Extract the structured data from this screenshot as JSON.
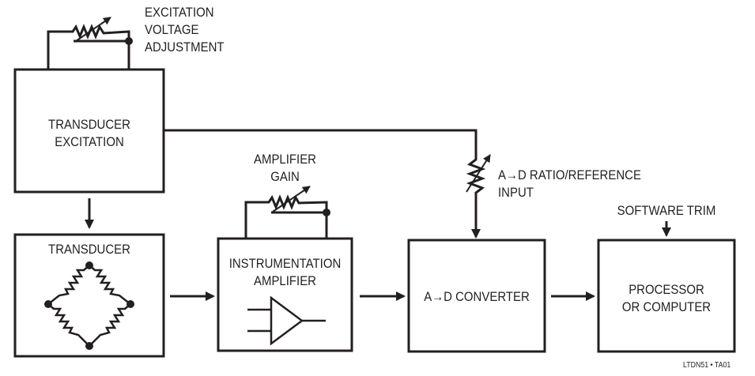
{
  "diagram": {
    "excitation_adjust": {
      "line1": "EXCITATION",
      "line2": "VOLTAGE",
      "line3": "ADJUSTMENT"
    },
    "transducer_excitation": {
      "line1": "TRANSDUCER",
      "line2": "EXCITATION"
    },
    "transducer": {
      "label": "TRANSDUCER"
    },
    "amplifier_gain": {
      "line1": "AMPLIFIER",
      "line2": "GAIN"
    },
    "instrumentation_amplifier": {
      "line1": "INSTRUMENTATION",
      "line2": "AMPLIFIER"
    },
    "ad_ratio": {
      "line1": "A→D RATIO/REFERENCE",
      "line2": "INPUT"
    },
    "ad_converter": {
      "label": "A→D CONVERTER"
    },
    "software_trim": {
      "label": "SOFTWARE TRIM"
    },
    "processor": {
      "line1": "PROCESSOR",
      "line2": "OR COMPUTER"
    },
    "figure_id": "LTDN51 • TA01",
    "colors": {
      "stroke": "#231f20",
      "background": "#ffffff"
    }
  }
}
